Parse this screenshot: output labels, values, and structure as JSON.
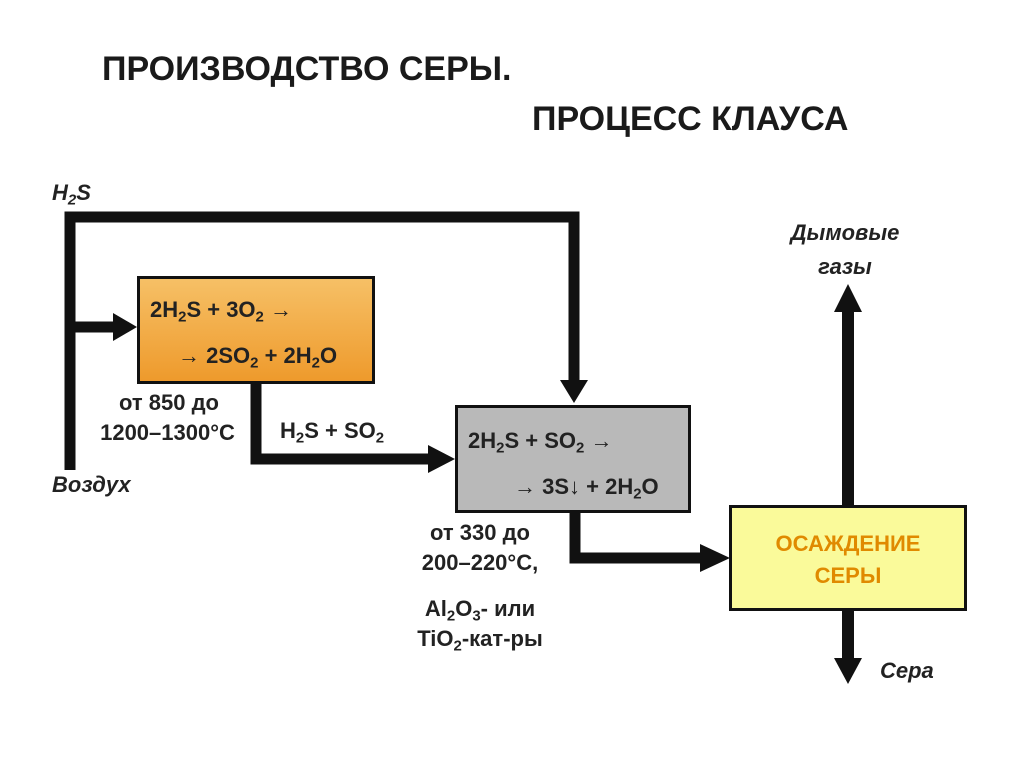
{
  "title": {
    "line1": "ПРОИЗВОДСТВО СЕРЫ.",
    "line2": "ПРОЦЕСС КЛАУСА"
  },
  "inputs": {
    "h2s": {
      "pre": "H",
      "sub": "2",
      "post": "S"
    },
    "air": "Воздух"
  },
  "outputs": {
    "flue_gas_line1": "Дымовые",
    "flue_gas_line2": "газы",
    "sulfur": "Сера"
  },
  "stage1": {
    "eq1": {
      "a": "2H",
      "a_sub": "2",
      "b": "S + 3O",
      "b_sub": "2",
      "c": " →"
    },
    "eq2": {
      "a": "→ 2SO",
      "a_sub": "2",
      "b": " + 2H",
      "b_sub": "2",
      "c": "O"
    },
    "cond_line1": "от 850 до",
    "cond_line2": "1200–1300°С",
    "color": "#ee9a2c"
  },
  "transfer": {
    "a": "H",
    "a_sub": "2",
    "b": "S + SO",
    "b_sub": "2"
  },
  "stage2": {
    "eq1": {
      "a": "2H",
      "a_sub": "2",
      "b": "S + SO",
      "b_sub": "2",
      "c": " →"
    },
    "eq2": {
      "a": "→ 3S↓ + 2H",
      "a_sub": "2",
      "b": "O"
    },
    "cond_line1": "от 330 до",
    "cond_line2": "200–220°С,",
    "cat_line1": {
      "a": "Al",
      "a_sub": "2",
      "b": "O",
      "b_sub": "3",
      "c": "- или"
    },
    "cat_line2": {
      "a": "TiO",
      "a_sub": "2",
      "b": "-кат-ры"
    },
    "color": "#b9b9b9"
  },
  "stage3": {
    "line1": "ОСАЖДЕНИЕ",
    "line2": "СЕРЫ",
    "color": "#fafa9a"
  }
}
